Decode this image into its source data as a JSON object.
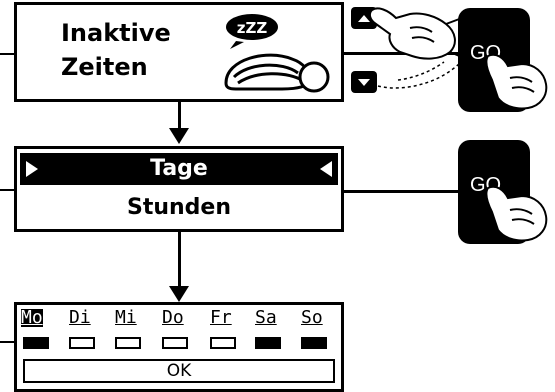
{
  "screen1": {
    "line1": "Inaktive",
    "line2": "Zeiten",
    "sleep_text": "zZZ"
  },
  "screen2": {
    "selected_option": "Tage",
    "other_option": "Stunden"
  },
  "screen3": {
    "days": [
      {
        "label": "Mo",
        "active": true,
        "checked": true
      },
      {
        "label": "Di",
        "active": false,
        "checked": false
      },
      {
        "label": "Mi",
        "active": false,
        "checked": false
      },
      {
        "label": "Do",
        "active": false,
        "checked": false
      },
      {
        "label": "Fr",
        "active": false,
        "checked": false
      },
      {
        "label": "Sa",
        "active": false,
        "checked": true
      },
      {
        "label": "So",
        "active": false,
        "checked": true
      }
    ],
    "ok_label": "OK"
  },
  "buttons": {
    "go_label": "GO"
  }
}
